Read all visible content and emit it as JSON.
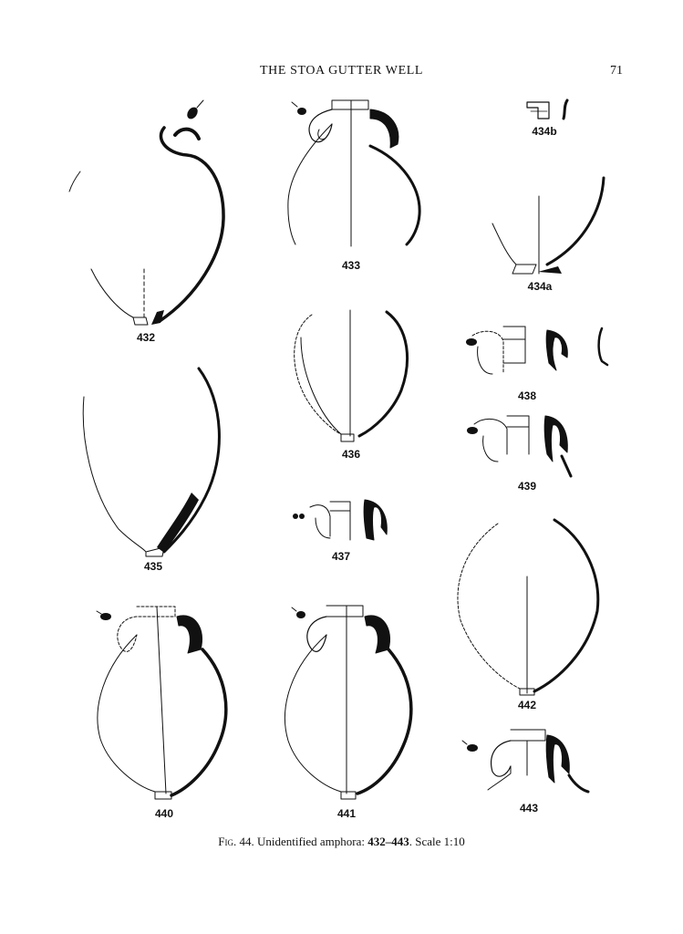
{
  "running_head": {
    "title": "THE STOA GUTTER WELL",
    "page_number": "71"
  },
  "figures": [
    {
      "id": "432",
      "label": "432"
    },
    {
      "id": "433",
      "label": "433"
    },
    {
      "id": "434b",
      "label": "434b"
    },
    {
      "id": "434a",
      "label": "434a"
    },
    {
      "id": "436",
      "label": "436"
    },
    {
      "id": "438",
      "label": "438"
    },
    {
      "id": "439",
      "label": "439"
    },
    {
      "id": "435",
      "label": "435"
    },
    {
      "id": "437",
      "label": "437"
    },
    {
      "id": "442",
      "label": "442"
    },
    {
      "id": "440",
      "label": "440"
    },
    {
      "id": "441",
      "label": "441"
    },
    {
      "id": "443",
      "label": "443"
    }
  ],
  "caption": {
    "fig_label": "Fig.",
    "fig_number": "44.",
    "text": "Unidentified amphora:",
    "range": "432–443",
    "scale": ". Scale 1:10"
  },
  "colors": {
    "ink": "#111111",
    "paper": "#ffffff"
  }
}
